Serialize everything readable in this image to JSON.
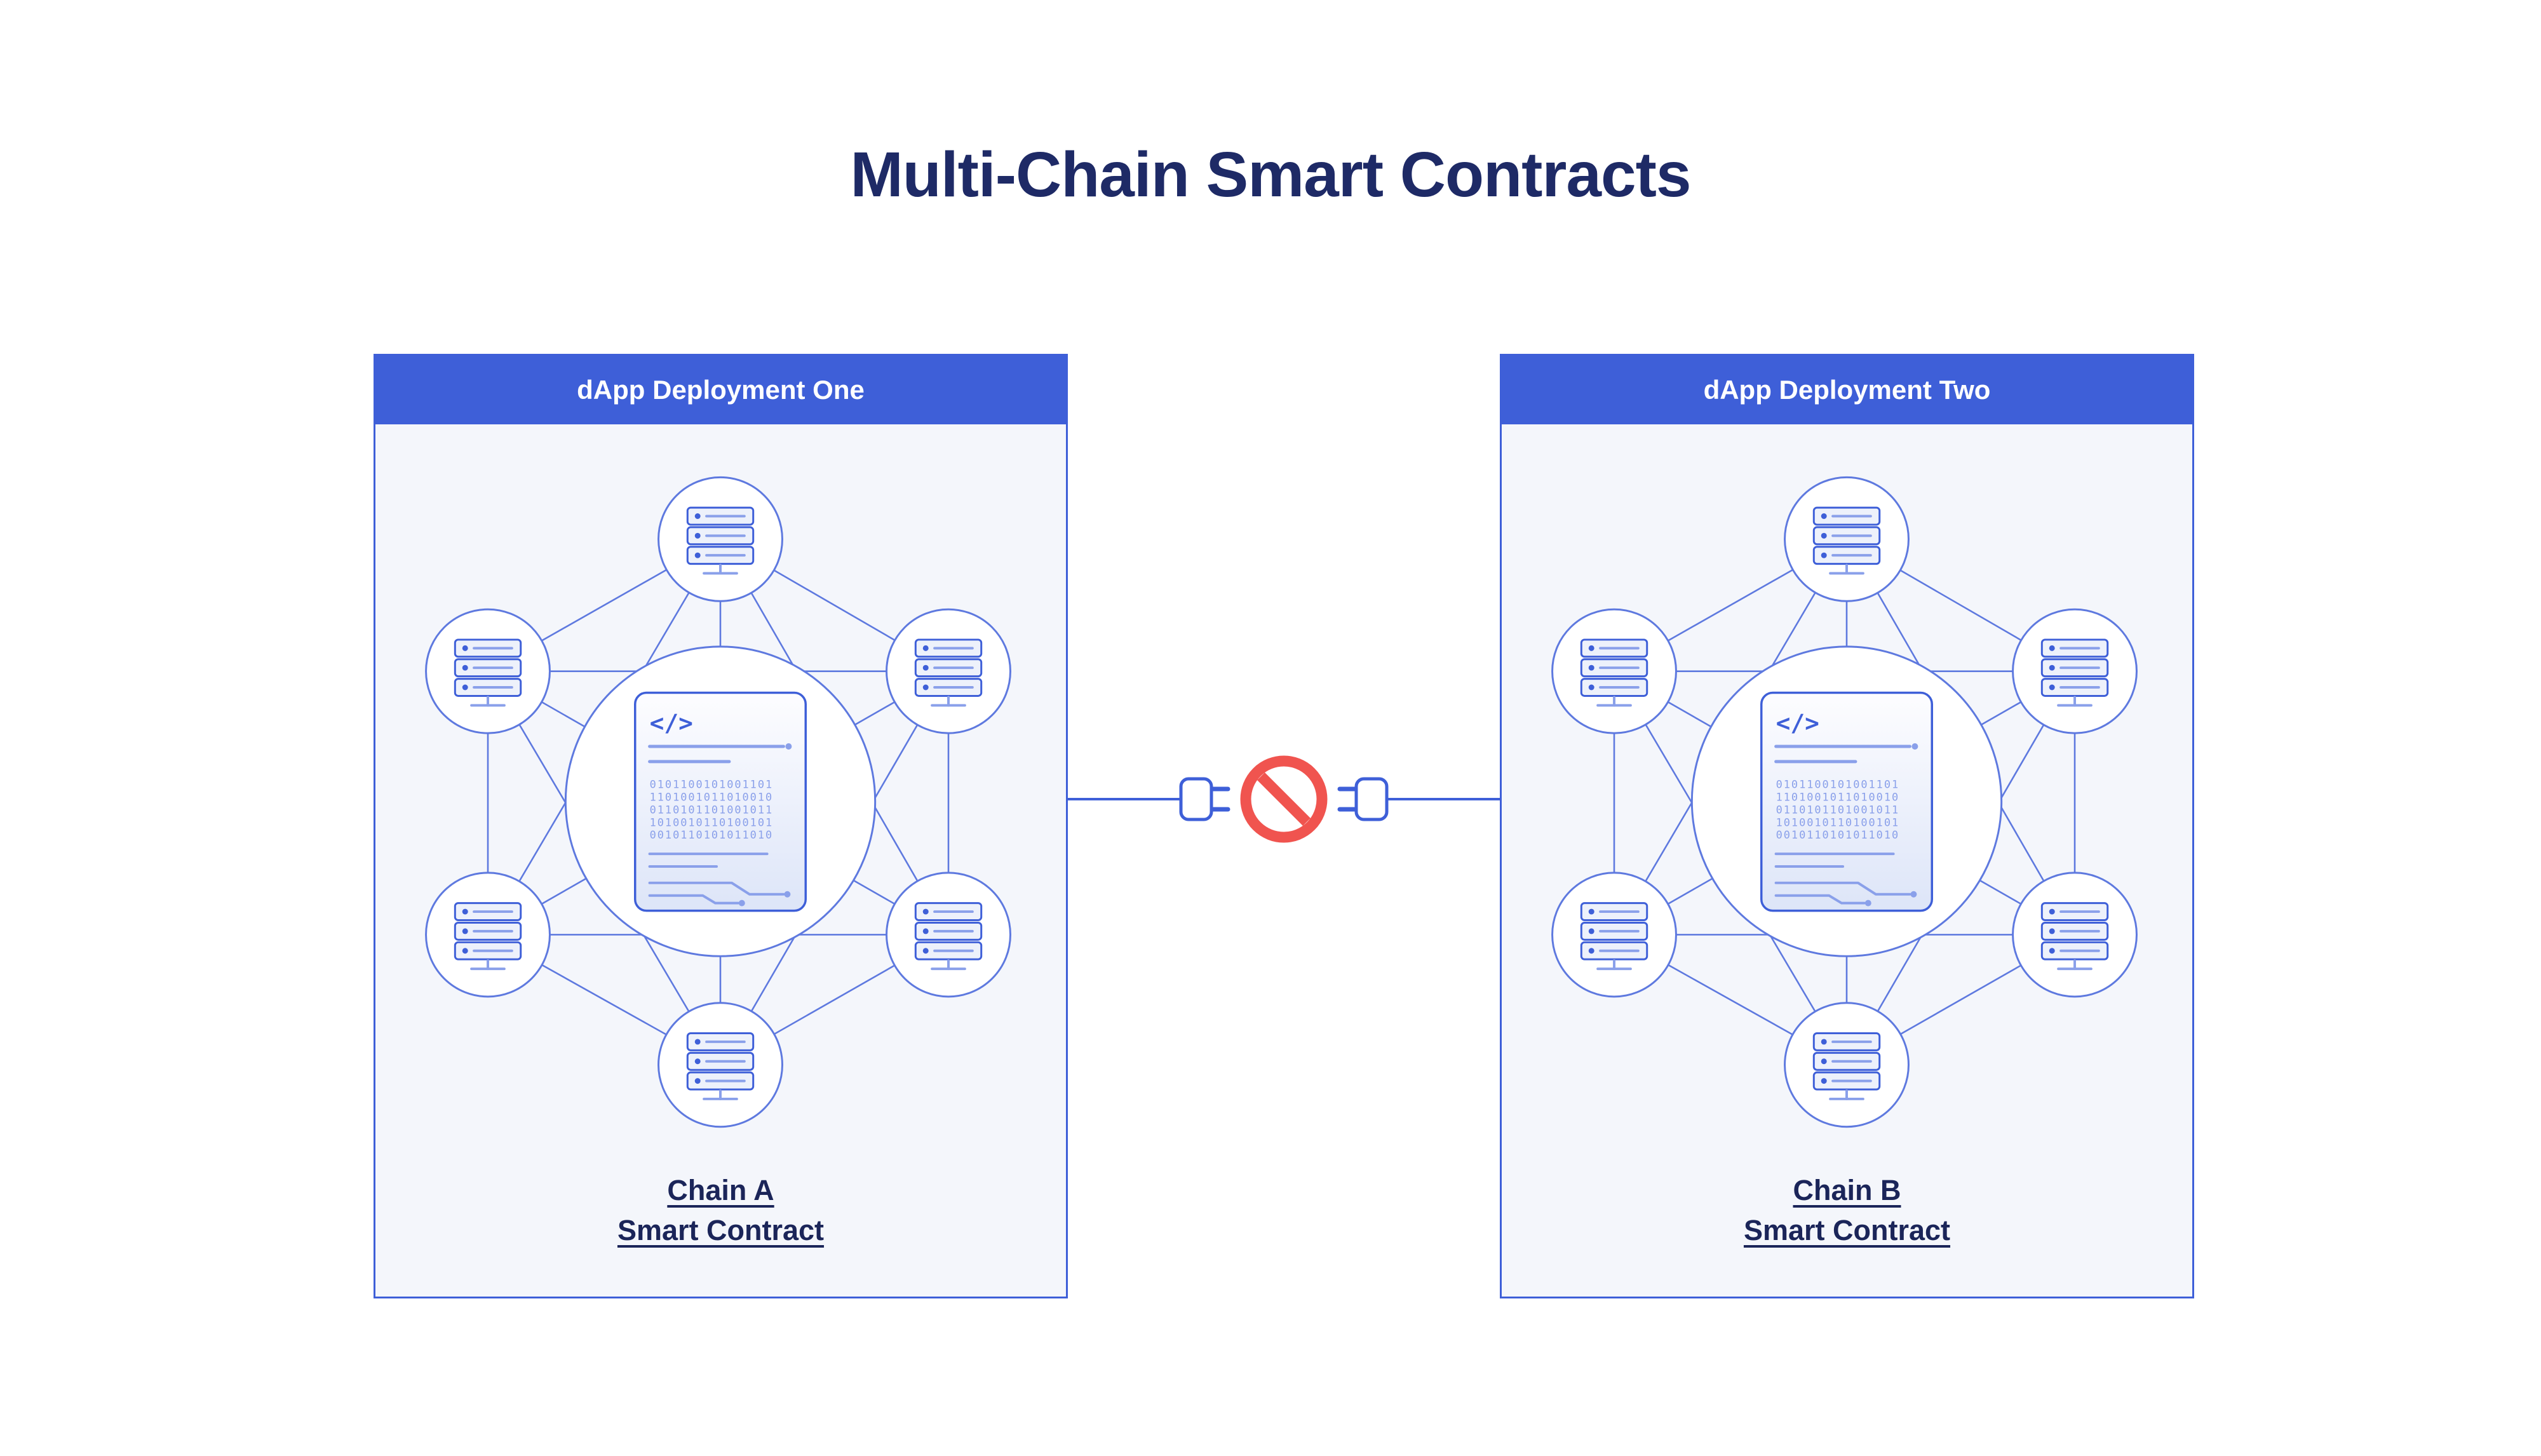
{
  "title": "Multi-Chain Smart Contracts",
  "colors": {
    "accent": "#3E5FD8",
    "line_blue": "#5E79DF",
    "soft_blue": "#8AA0EA",
    "panel_bg": "#F4F6FB",
    "title_text": "#1E2A66",
    "label_text": "#1B2559",
    "prohibit_red": "#F0544F",
    "header_text": "#FFFFFF"
  },
  "panels": [
    {
      "header": "dApp Deployment One",
      "chain_line1": "Chain A",
      "chain_line2": "Smart Contract"
    },
    {
      "header": "dApp Deployment Two",
      "chain_line1": "Chain B",
      "chain_line2": "Smart Contract"
    }
  ],
  "contract": {
    "code_symbol": "</>",
    "binary_rows": [
      "0101100101001101",
      "1101001011010010",
      "0110101101001011",
      "1010010110100101",
      "0010110101011010"
    ]
  },
  "icons": {
    "server_node": "server-stack-icon",
    "contract_document": "smart-contract-document-icon",
    "left_plug": "plug-icon",
    "right_plug": "plug-icon",
    "blocked": "no-entry-icon"
  }
}
